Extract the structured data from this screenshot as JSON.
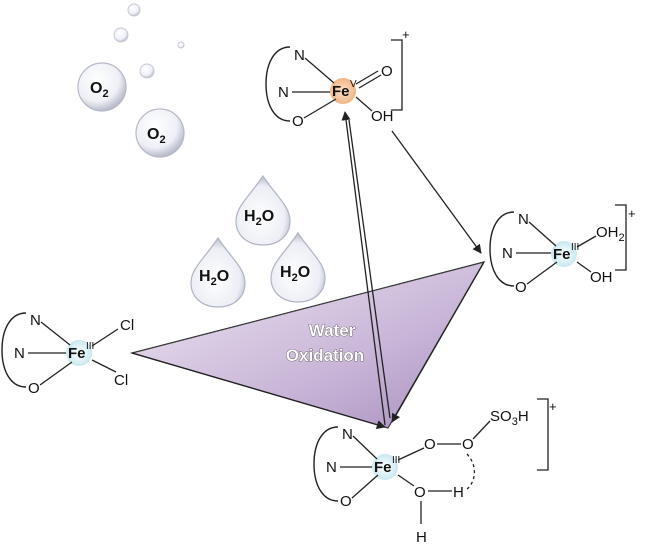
{
  "bubbles": {
    "o2_label": "O",
    "o2_sub": "2"
  },
  "drops": {
    "h2o_h": "H",
    "h2o_sub": "2",
    "h2o_o": "O"
  },
  "center": {
    "line1": "Water",
    "line2": "Oxidation"
  },
  "atoms": {
    "n": "N",
    "o": "O",
    "cl": "Cl",
    "oh": "OH",
    "h": "H",
    "fe": "Fe",
    "s": "SO",
    "s_sub": "3",
    "s_h": "H",
    "oh2_o": "OH",
    "oh2_sub": "2"
  },
  "oxidation_states": {
    "iii": "III",
    "v": "V"
  },
  "charge": "+",
  "colors": {
    "triangle_fill": "#c9b6d8",
    "fe_iii_halo": "#d6eef3",
    "fe_v_halo": "#f2c29b",
    "arrow": "#222222"
  }
}
